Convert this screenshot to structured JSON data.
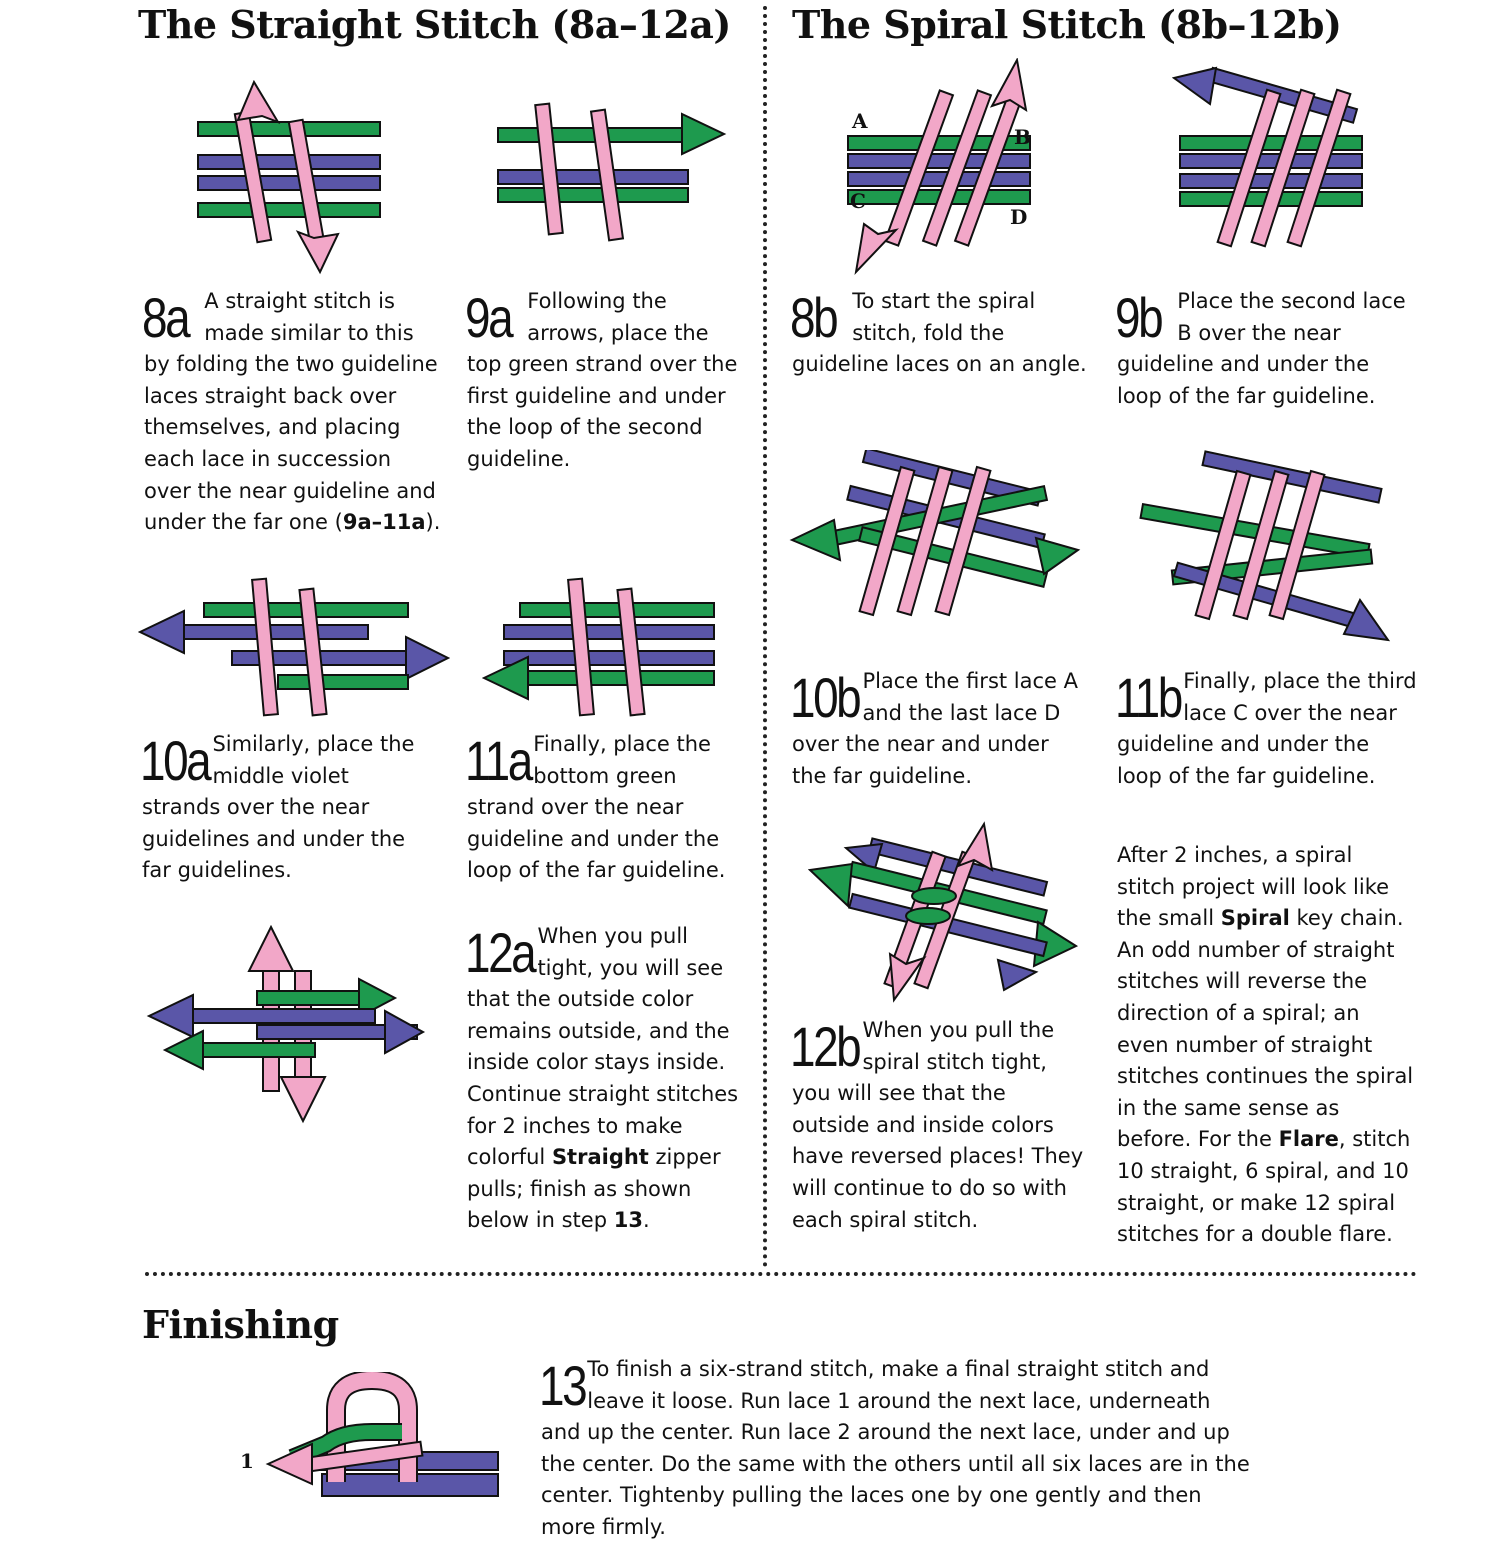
{
  "sections": {
    "straight_title": "The Straight Stitch (8a–12a)",
    "spiral_title": "The Spiral Stitch (8b–12b)",
    "finishing_title": "Finishing"
  },
  "steps": {
    "s8a": {
      "num": "8a",
      "text": "A straight stitch is made similar to this by folding the two guideline laces straight back over themselves, and placing each lace in succession over the near guideline and under the far one (",
      "bold": "9a–11a",
      "after": ")."
    },
    "s9a": {
      "num": "9a",
      "text": "Following the arrows, place the top green strand over the first guideline and under the loop of the second guideline."
    },
    "s10a": {
      "num": "10a",
      "text": "Similarly, place the middle violet strands over the near guidelines and under the far guidelines."
    },
    "s11a": {
      "num": "11a",
      "text": "Finally, place the bottom green strand over the near guideline and under the loop of the far guideline."
    },
    "s12a": {
      "num": "12a",
      "text": "When you pull tight, you will see that the outside color remains outside, and the inside color stays inside. Continue straight stitches for 2 inches to make colorful ",
      "bold": "Straight",
      "text2": " zipper pulls; finish as shown below in step ",
      "bold2": "13",
      "after": "."
    },
    "s8b": {
      "num": "8b",
      "text": "To start the spiral stitch, fold the guideline laces on an angle."
    },
    "s9b": {
      "num": "9b",
      "text": "Place the second lace B over the near guideline and under the loop of the far guideline."
    },
    "s10b": {
      "num": "10b",
      "text": "Place the first lace A and the last lace D over the near and under the far guideline."
    },
    "s11b": {
      "num": "11b",
      "text": "Finally, place the third lace C over the near guideline and under the loop of the far guideline."
    },
    "s12b": {
      "num": "12b",
      "text": "When you pull the spiral stitch tight, you will see that the outside and inside colors have reversed places! They will continue to do so with each spiral stitch."
    },
    "s13": {
      "num": "13",
      "text": "To finish a six-strand stitch, make a final straight stitch and leave it loose. Run lace 1 around the next lace, underneath and up the center. Run lace 2 around the next lace, under and up the center. Do the same with the others until all six laces are in the center. Tightenby pulling the laces one by one gently and then more firmly."
    }
  },
  "spiral_note": {
    "t1": "After 2 inches, a spiral stitch project will look like the small ",
    "b1": "Spiral",
    "t2": " key chain. An odd number of straight stitches will reverse the direction of a spiral; an even number of straight stitches continues the spiral in the same sense as before. For the ",
    "b2": "Flare",
    "t3": ", stitch 10 straight, 6 spiral, and 10 straight, or make 12 spiral stitches for a double flare."
  },
  "figure_labels": {
    "a": "A",
    "b": "B",
    "c": "C",
    "d": "D",
    "lace1": "1"
  },
  "colors": {
    "green": "#1e9a4e",
    "violet": "#5a56a8",
    "pink": "#f2a7c8",
    "outline": "#111111"
  }
}
